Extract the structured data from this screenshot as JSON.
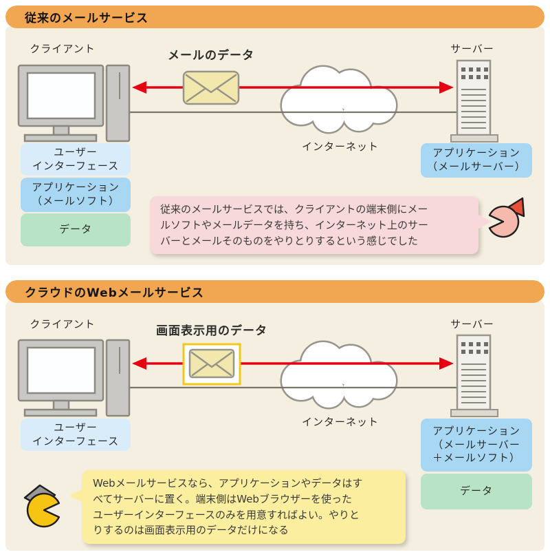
{
  "colors": {
    "header_orange": "#f1a651",
    "panel_bg": "#f4efe1",
    "ui_blue": "#d9ecfa",
    "app_blue": "#a8d7f3",
    "data_green": "#b9e3c5",
    "bubble_pink": "#f8d9db",
    "bubble_yellow": "#fcee9f",
    "arrow_red": "#e60012",
    "envelope_yellow": "#f2e8ae",
    "highlight_gold": "#f3c81d",
    "line_gray": "#76746b",
    "outline_gray": "#98958c",
    "machine_gray": "#c9c8c4",
    "machine_edge": "#8a887f",
    "bird_pink": "#f6b9ae",
    "bird_red": "#e65237",
    "bird_yellow": "#f6c513",
    "hat_gray": "#9a9a9a",
    "outline_dark": "#1f1f1f"
  },
  "panel1": {
    "title": "従来のメールサービス",
    "client_label": "クライアント",
    "server_label": "サーバー",
    "internet_label": "インターネット",
    "arrow_label": "メールのデータ",
    "client_stack": [
      {
        "lines": [
          "ユーザー",
          "インターフェース"
        ]
      },
      {
        "lines": [
          "アプリケーション",
          "（メールソフト）"
        ]
      },
      {
        "lines": [
          "データ"
        ]
      }
    ],
    "server_stack": [
      {
        "lines": [
          "アプリケーション",
          "（メールサーバー）"
        ]
      }
    ],
    "bubble": {
      "lines": [
        "従来のメールサービスでは、クライアントの端末側にメー",
        "ルソフトやメールデータを持ち、インターネット上のサー",
        "バーとメールそのものをやりとりするという感じでした"
      ]
    }
  },
  "panel2": {
    "title": "クラウドのWebメールサービス",
    "client_label": "クライアント",
    "server_label": "サーバー",
    "internet_label": "インターネット",
    "arrow_label": "画面表示用のデータ",
    "client_stack": [
      {
        "lines": [
          "ユーザー",
          "インターフェース"
        ]
      }
    ],
    "server_stack": [
      {
        "lines": [
          "アプリケーション",
          "（メールサーバー",
          "＋メールソフト）"
        ]
      },
      {
        "lines": [
          "データ"
        ]
      }
    ],
    "bubble": {
      "lines": [
        "Webメールサービスなら、アプリケーションやデータはす",
        "べてサーバーに置く。端末側はWebブラウザーを使った",
        "ユーザーインターフェースのみを用意すればよい。やりと",
        "りするのは画面表示用のデータだけになる"
      ]
    }
  },
  "icons": {
    "red_bird": "red-bird-character",
    "yellow_bird": "yellow-bird-character"
  }
}
